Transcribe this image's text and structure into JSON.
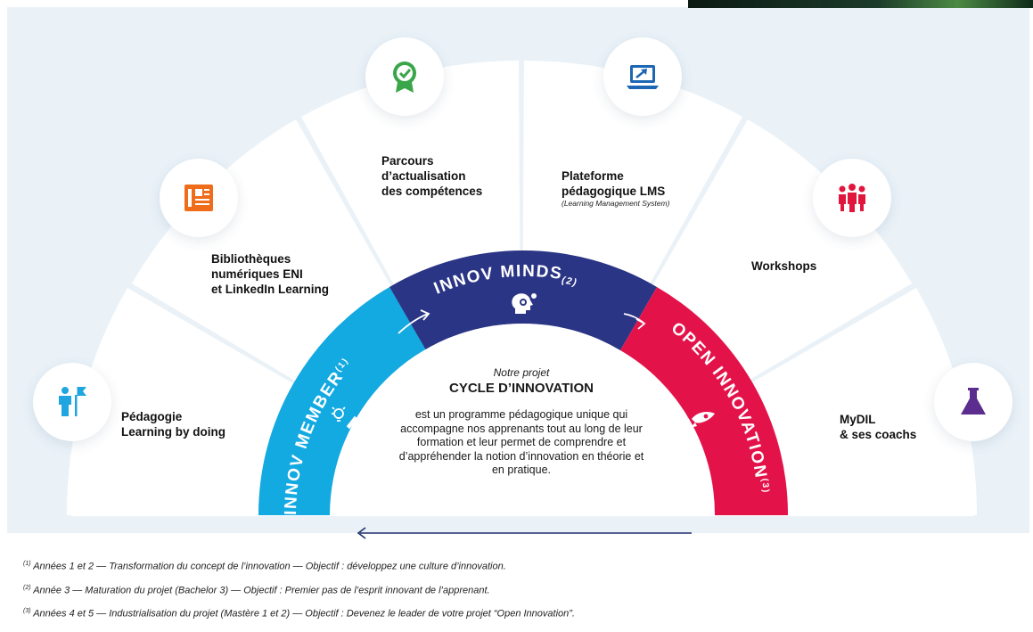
{
  "segments": [
    {
      "label": "Pédagogie\nLearning by doing",
      "icon": "training-flag-icon",
      "color": "#1fa6e0"
    },
    {
      "label": "Bibliothèques\nnumériques ENI\net LinkedIn Learning",
      "icon": "newspaper-icon",
      "color": "#ef6c1a"
    },
    {
      "label": "Parcours\nd’actualisation\ndes compétences",
      "icon": "certificate-badge-icon",
      "color": "#3aa64a"
    },
    {
      "label": "Plateforme\npédagogique LMS",
      "sublabel": "(Learning Management System)",
      "icon": "laptop-chart-icon",
      "color": "#1d66b4"
    },
    {
      "label": "Workshops",
      "icon": "group-people-icon",
      "color": "#e0163c"
    },
    {
      "label": "MyDIL\n& ses coachs",
      "icon": "flask-icon",
      "color": "#5b2d8e"
    }
  ],
  "ring": {
    "left": {
      "title": "INNOV MEMBER",
      "sup": "(1)",
      "color": "#13a9e1",
      "icon": "lightbulb-rocket-icon"
    },
    "top": {
      "title": "INNOV MINDS",
      "sup": "(2)",
      "color": "#2a3585",
      "icon": "head-gear-icon"
    },
    "right": {
      "title": "OPEN INNOVATION",
      "sup": "(3)",
      "color": "#e3134a",
      "icon": "rocket-icon"
    }
  },
  "center": {
    "kicker": "Notre projet",
    "title": "CYCLE D’INNOVATION",
    "description": "est un programme pédagogique unique qui accompagne nos apprenants tout au long de leur formation et leur permet de comprendre et d’appréhender la notion d’innovation en théorie et en pratique."
  },
  "footnotes": [
    {
      "marker": "(1)",
      "text": " Années 1 et 2 — Transformation du concept de l’innovation — Objectif : développez une culture d’innovation."
    },
    {
      "marker": "(2)",
      "text": " Année 3 — Maturation du projet (Bachelor 3) — Objectif :  Premier pas de l’esprit innovant de l’apprenant."
    },
    {
      "marker": "(3)",
      "text": " Années 4 et 5 — Industrialisation du projet (Mastère 1 et 2) — Objectif :  Devenez le leader de votre projet “Open Innovation”."
    }
  ],
  "colors": {
    "arrow": "#1e2f6e",
    "background": "#eaf2f8",
    "fan": "#ffffff"
  }
}
